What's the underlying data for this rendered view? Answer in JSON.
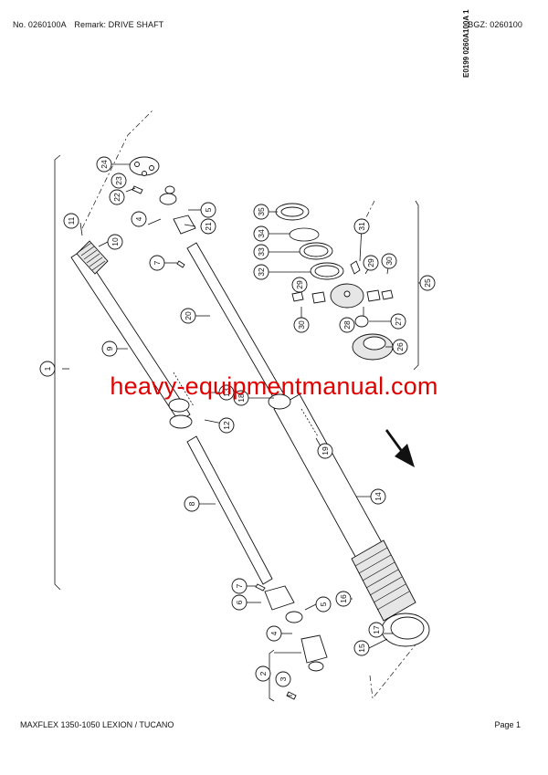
{
  "header": {
    "doc_no": "No. 0260100A",
    "remark": "Remark: DRIVE SHAFT",
    "bgz": "BGZ: 0260100"
  },
  "drawing_code": "E0199 0260A100A 1",
  "watermark": "heavy-equipmentmanual.com",
  "footer": {
    "model": "MAXFLEX 1350-1050  LEXION / TUCANO",
    "page": "Page 1"
  },
  "callouts": {
    "c1": "1",
    "c2": "2",
    "c3": "3",
    "c4a": "4",
    "c4b": "4",
    "c5a": "5",
    "c5b": "5",
    "c6": "6",
    "c7a": "7",
    "c7b": "7",
    "c8": "8",
    "c9": "9",
    "c10": "10",
    "c11": "11",
    "c12": "12",
    "c13": "13",
    "c14": "14",
    "c15": "15",
    "c16": "16",
    "c17": "17",
    "c18": "18",
    "c19": "19",
    "c20": "20",
    "c21": "21",
    "c22": "22",
    "c23": "23",
    "c24": "24",
    "c25": "25",
    "c26": "26",
    "c27": "27",
    "c28": "28",
    "c29a": "29",
    "c29b": "29",
    "c30a": "30",
    "c30b": "30",
    "c31": "31",
    "c32": "32",
    "c33": "33",
    "c34": "34",
    "c35": "35"
  }
}
